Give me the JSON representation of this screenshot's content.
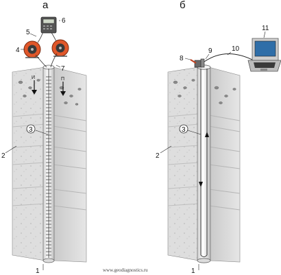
{
  "panels": {
    "left": {
      "letter": "а"
    },
    "right": {
      "letter": "б"
    }
  },
  "callouts": {
    "left": [
      "1",
      "2",
      "3",
      "4",
      "5",
      "6",
      "7"
    ],
    "right": [
      "1",
      "2",
      "3",
      "8",
      "9",
      "10",
      "11"
    ]
  },
  "arrow_labels": {
    "source": "И",
    "receiver": "П"
  },
  "watermark": "www.geodiagnostics.ru",
  "colors": {
    "reel": "#e0572a",
    "rock": "#d9d9d9",
    "rock_dark": "#bdbdbd",
    "tube": "#eeeeee",
    "device_body": "#555555",
    "laptop_screen": "#2f6ea8"
  }
}
